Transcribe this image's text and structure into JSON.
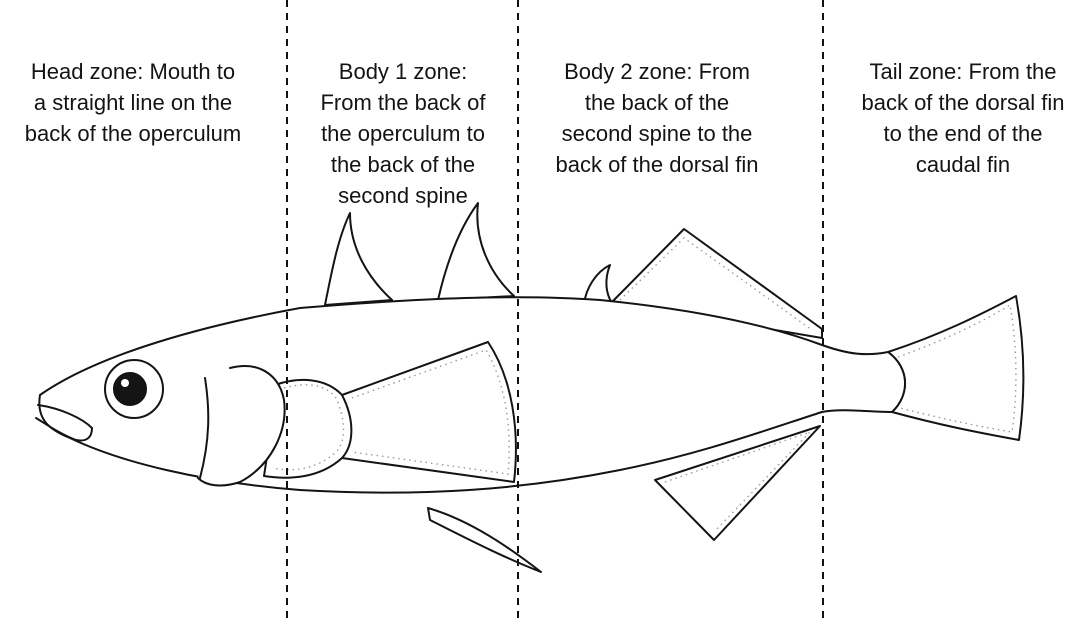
{
  "zones": [
    {
      "id": "head",
      "lines": [
        "Head zone: Mouth to",
        "a straight line on the",
        "back of the operculum"
      ]
    },
    {
      "id": "body1",
      "lines": [
        "Body 1 zone:",
        "From the back of",
        "the operculum to",
        "the back of the",
        "second spine"
      ]
    },
    {
      "id": "body2",
      "lines": [
        "Body 2 zone: From",
        "the back of the",
        "second spine to the",
        "back of the dorsal fin"
      ]
    },
    {
      "id": "tail",
      "lines": [
        "Tail zone: From the",
        "back of the dorsal fin",
        "to the end of the",
        "caudal fin"
      ]
    }
  ],
  "colors": {
    "outline": "#141414",
    "fin_dots": "#9a9a9a",
    "divider": "#111111",
    "background": "#ffffff"
  }
}
